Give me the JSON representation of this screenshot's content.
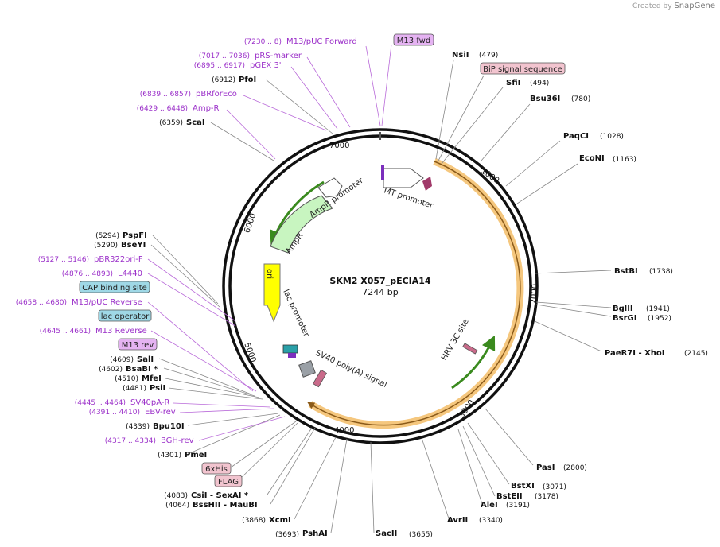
{
  "credit": {
    "prefix": "Created by",
    "brand": "SnapGene"
  },
  "plasmid": {
    "name": "SKM2 X057_pECIA14",
    "size": "7244 bp",
    "length": 7244
  },
  "ticks": [
    "1000",
    "2000",
    "3000",
    "4000",
    "5000",
    "6000",
    "7000"
  ],
  "enzymes_right": [
    {
      "name": "NsiI",
      "pos": "(479)"
    },
    {
      "name": "SfiI",
      "pos": "(494)"
    },
    {
      "name": "Bsu36I",
      "pos": "(780)"
    },
    {
      "name": "PaqCI",
      "pos": "(1028)"
    },
    {
      "name": "EcoNI",
      "pos": "(1163)"
    },
    {
      "name": "BstBI",
      "pos": "(1738)"
    },
    {
      "name": "BglII",
      "pos": "(1941)"
    },
    {
      "name": "BsrGI",
      "pos": "(1952)"
    },
    {
      "name": "PaeR7I - XhoI",
      "pos": "(2145)"
    },
    {
      "name": "PasI",
      "pos": "(2800)"
    },
    {
      "name": "BstXI",
      "pos": "(3071)"
    },
    {
      "name": "BstEII",
      "pos": "(3178)"
    },
    {
      "name": "AleI",
      "pos": "(3191)"
    },
    {
      "name": "AvrII",
      "pos": "(3340)"
    },
    {
      "name": "SacII",
      "pos": "(3655)"
    }
  ],
  "enzymes_left": [
    {
      "name": "PfoI",
      "pos": "(6912)"
    },
    {
      "name": "ScaI",
      "pos": "(6359)"
    },
    {
      "name": "PspFI",
      "pos": "(5294)"
    },
    {
      "name": "BseYI",
      "pos": "(5290)"
    },
    {
      "name": "SalI",
      "pos": "(4609)"
    },
    {
      "name": "BsaBI *",
      "pos": "(4602)"
    },
    {
      "name": "MfeI",
      "pos": "(4510)"
    },
    {
      "name": "PsiI",
      "pos": "(4481)"
    },
    {
      "name": "Bpu10I",
      "pos": "(4339)"
    },
    {
      "name": "PmeI",
      "pos": "(4301)"
    },
    {
      "name": "CsiI - SexAI *",
      "pos": "(4083)"
    },
    {
      "name": "BssHII - MauBI",
      "pos": "(4064)"
    },
    {
      "name": "XcmI",
      "pos": "(3868)"
    },
    {
      "name": "PshAI",
      "pos": "(3693)"
    }
  ],
  "primers": [
    {
      "name": "M13/pUC Forward",
      "pos": "(7230 .. 8)"
    },
    {
      "name": "pRS-marker",
      "pos": "(7017 .. 7036)"
    },
    {
      "name": "pGEX 3'",
      "pos": "(6895 .. 6917)"
    },
    {
      "name": "pBRforEco",
      "pos": "(6839 .. 6857)"
    },
    {
      "name": "Amp-R",
      "pos": "(6429 .. 6448)"
    },
    {
      "name": "pBR322ori-F",
      "pos": "(5127 .. 5146)"
    },
    {
      "name": "L4440",
      "pos": "(4876 .. 4893)"
    },
    {
      "name": "M13/pUC Reverse",
      "pos": "(4658 .. 4680)"
    },
    {
      "name": "M13 Reverse",
      "pos": "(4645 .. 4661)"
    },
    {
      "name": "SV40pA-R",
      "pos": "(4445 .. 4464)"
    },
    {
      "name": "EBV-rev",
      "pos": "(4391 .. 4410)"
    },
    {
      "name": "BGH-rev",
      "pos": "(4317 .. 4334)"
    }
  ],
  "boxed_labels": [
    {
      "name": "M13 fwd"
    },
    {
      "name": "BiP signal sequence"
    },
    {
      "name": "CAP binding site"
    },
    {
      "name": "lac operator"
    },
    {
      "name": "M13 rev"
    },
    {
      "name": "6xHis"
    },
    {
      "name": "FLAG"
    }
  ],
  "features": [
    "MT promoter",
    "AmpR promoter",
    "AmpR",
    "ori",
    "lac promoter",
    "SV40 poly(A) signal",
    "HRV 3C site"
  ],
  "colors": {
    "orf_band": "#f5c77e",
    "orf_arrow": "#8a5a1a",
    "green_arrow": "#3a8a1e",
    "ampr_fill": "#c8f5c0",
    "ori_fill": "#ffff00",
    "primer": "#9b30c9",
    "box_purple": "#e5b3f2",
    "box_pink": "#f2c4cf",
    "box_teal": "#9fd8e6"
  }
}
